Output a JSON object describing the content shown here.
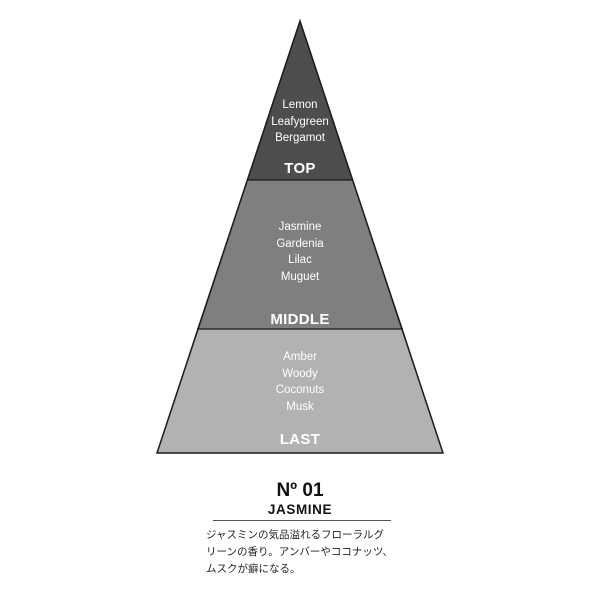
{
  "colors": {
    "top": "#4d4d4d",
    "middle": "#7f7f7f",
    "last": "#b2b2b2",
    "outline": "#1a1a1a",
    "text_on_pyramid": "#ffffff",
    "text": "#111111"
  },
  "pyramid": {
    "top": {
      "label": "TOP",
      "notes": [
        "Lemon",
        "Leafygreen",
        "Bergamot"
      ]
    },
    "middle": {
      "label": "MIDDLE",
      "notes": [
        "Jasmine",
        "Gardenia",
        "Lilac",
        "Muguet"
      ]
    },
    "last": {
      "label": "LAST",
      "notes": [
        "Amber",
        "Woody",
        "Coconuts",
        "Musk"
      ]
    }
  },
  "product": {
    "number": "Nº 01",
    "name": "JASMINE",
    "description_lines": [
      "ジャスミンの気品溢れるフローラルグ",
      "リーンの香り。アンバーやココナッツ、",
      "ムスクが癖になる。"
    ]
  }
}
